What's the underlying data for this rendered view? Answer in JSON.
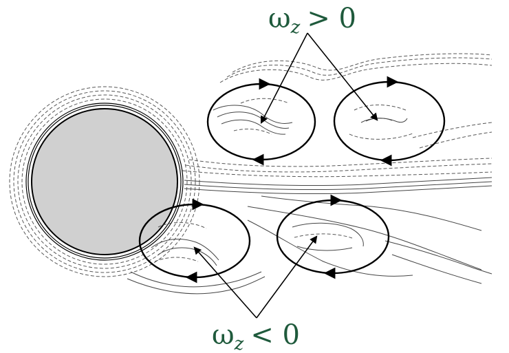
{
  "labels": {
    "top": {
      "symbol": "ω",
      "subscript": "z",
      "relation": "> 0"
    },
    "bottom": {
      "symbol": "ω",
      "subscript": "z",
      "relation": "< 0"
    }
  },
  "colors": {
    "label": "#1f5a3c",
    "cylinder_fill": "#d0d0d0",
    "line": "#000000"
  }
}
